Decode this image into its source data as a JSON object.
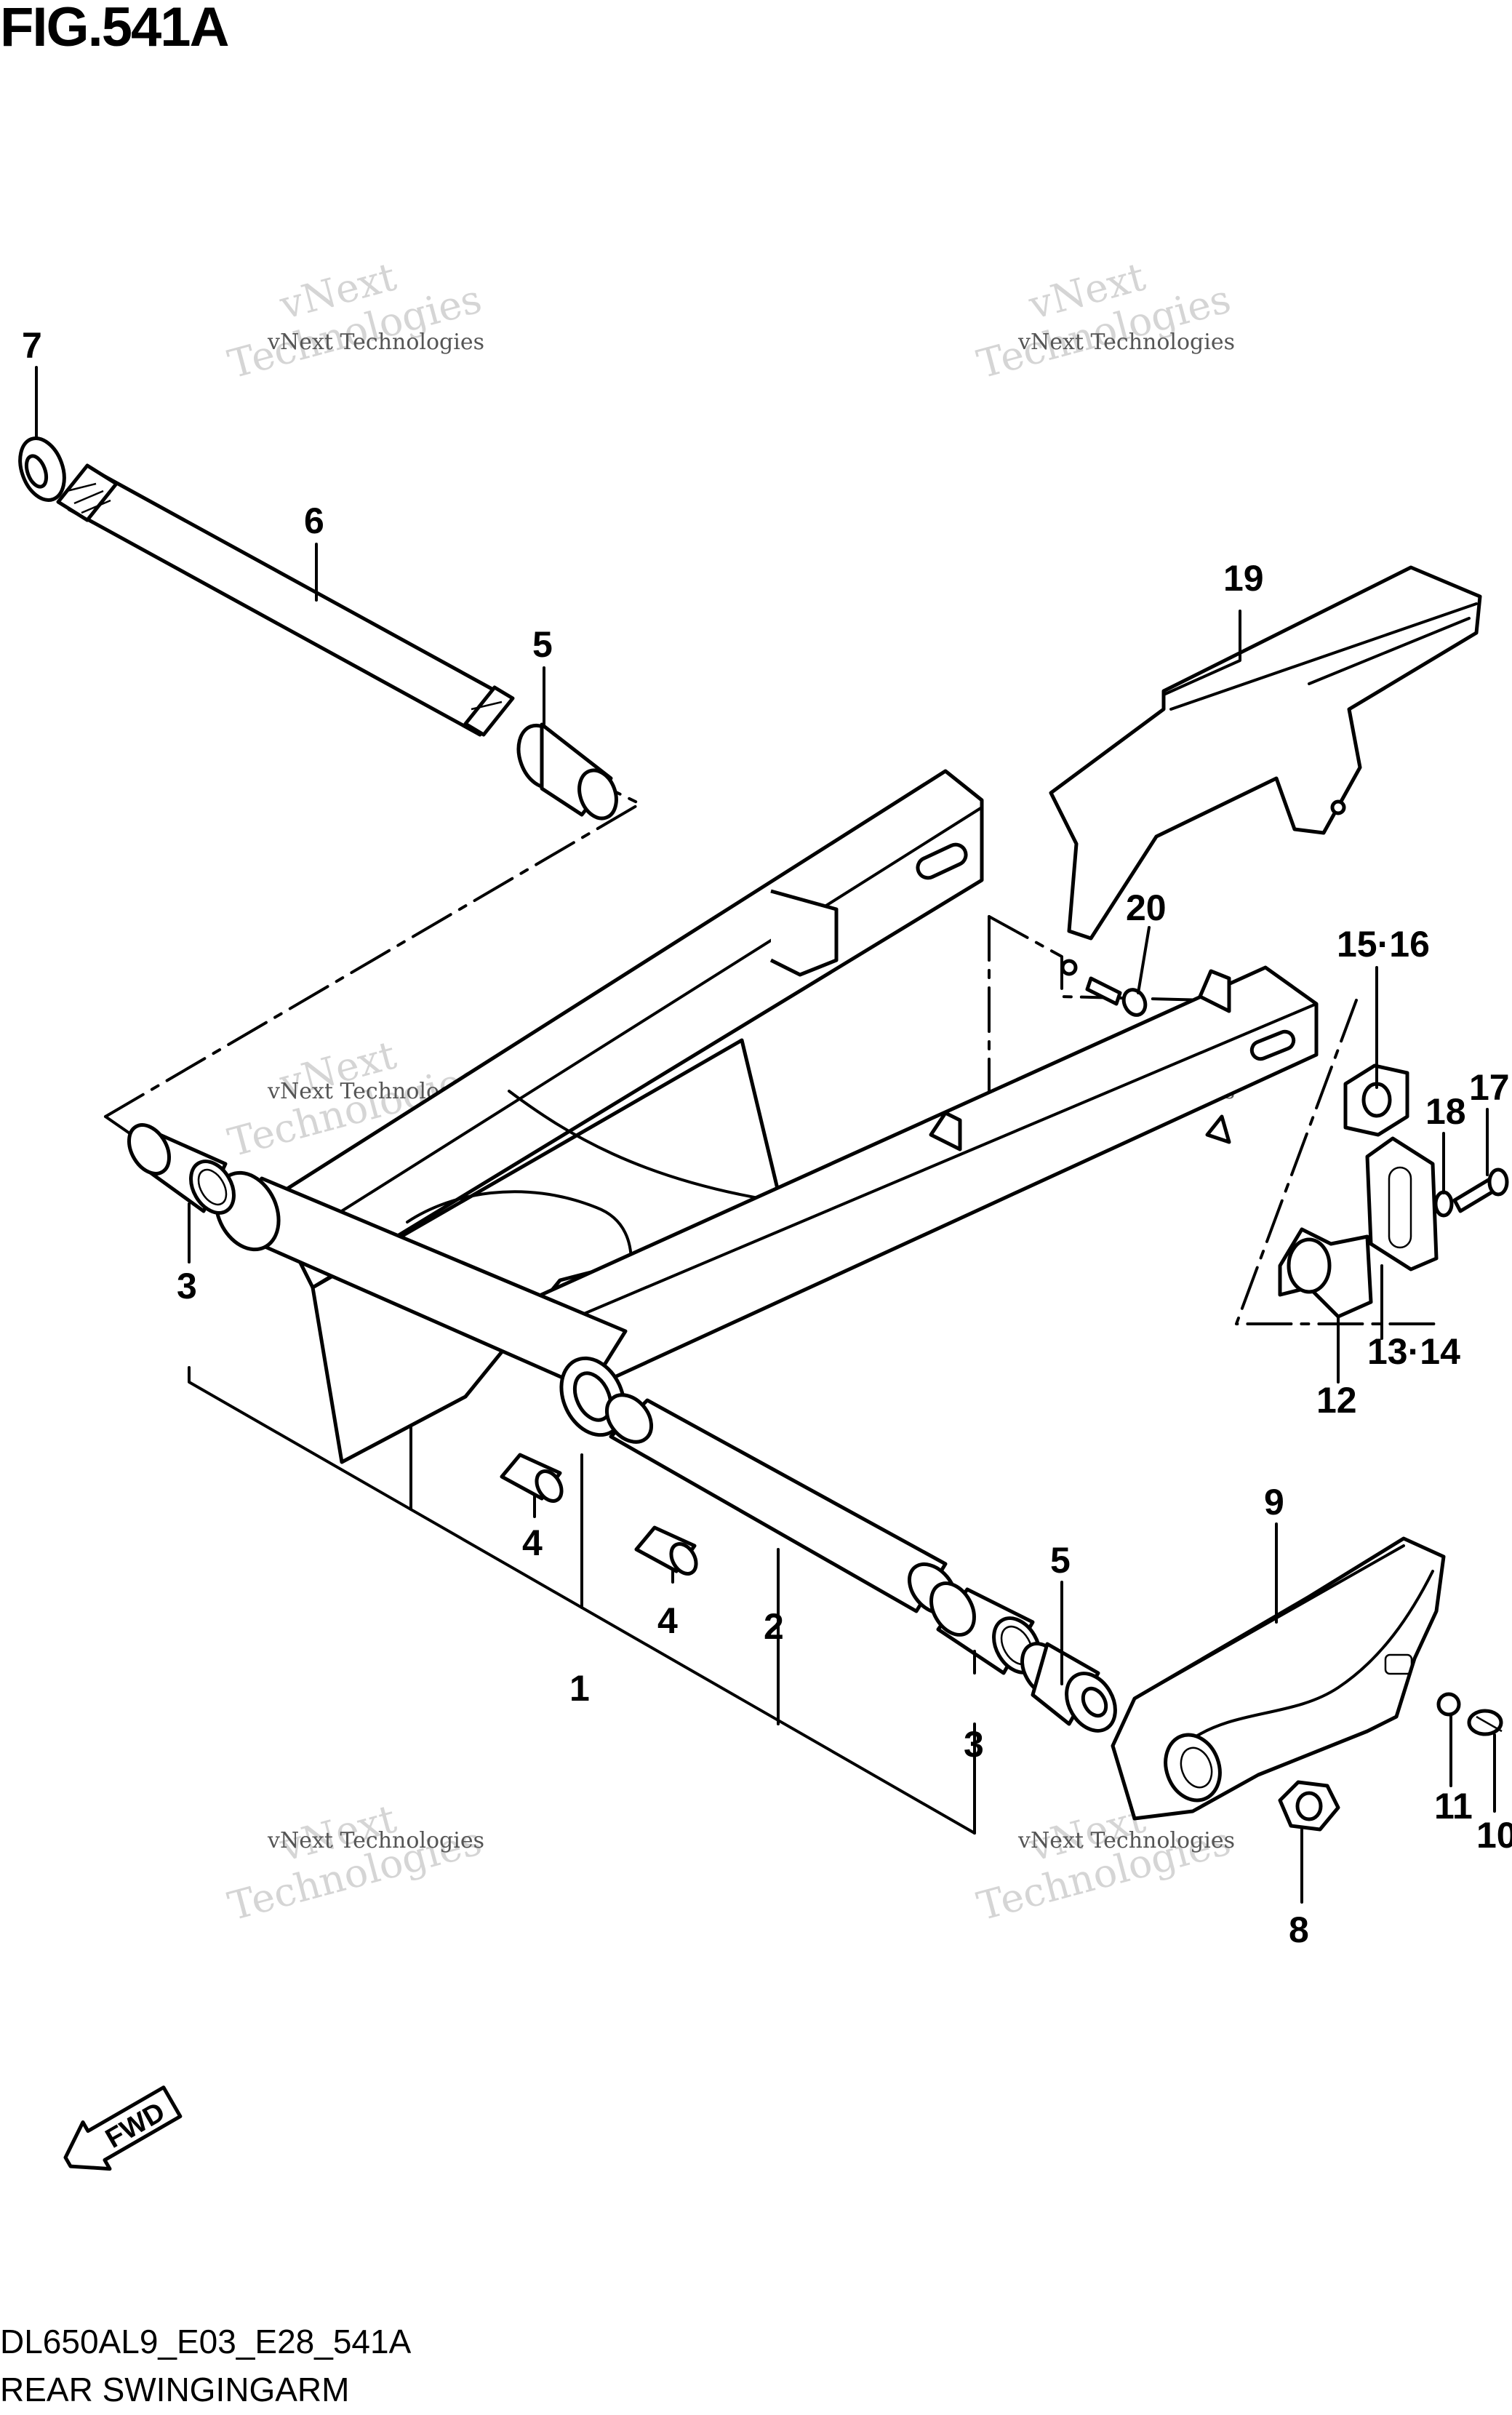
{
  "figure": {
    "title": "FIG.541A",
    "code": "DL650AL9_E03_E28_541A",
    "name": "REAR SWINGINGARM",
    "fwd_label": "FWD"
  },
  "watermark": {
    "line1": "vNext Technologies",
    "line2": "vNext",
    "line3": "Technologies"
  },
  "callouts": {
    "c1": "1",
    "c2": "2",
    "c3a": "3",
    "c3b": "3",
    "c4a": "4",
    "c4b": "4",
    "c5a": "5",
    "c5b": "5",
    "c6": "6",
    "c7": "7",
    "c8": "8",
    "c9": "9",
    "c10": "10",
    "c11": "11",
    "c12": "12",
    "c13_14": "13·14",
    "c15_16": "15·16",
    "c17": "17",
    "c18": "18",
    "c19": "19",
    "c20": "20"
  }
}
